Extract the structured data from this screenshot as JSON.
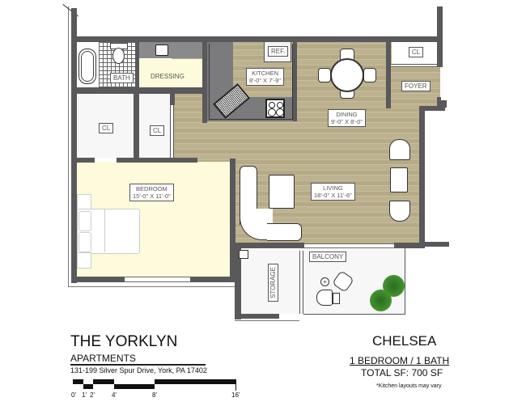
{
  "property": {
    "name": "THE YORKLYN",
    "subtitle": "APARTMENTS",
    "address": "131-199 Silver Spur Drive, York, PA 17402"
  },
  "unit": {
    "name": "CHELSEA",
    "bed_bath": "1 BEDROOM / 1 BATH",
    "total_sf": "TOTAL SF: 700 SF",
    "note": "*Kitchen layouts may vary"
  },
  "scale_bar": {
    "ticks": [
      "0'",
      "1'",
      "2'",
      "4'",
      "8'",
      "16'"
    ]
  },
  "rooms": {
    "bath": {
      "name": "BATH"
    },
    "dressing": {
      "name": "DRESSING"
    },
    "kitchen": {
      "name": "KITCHEN",
      "dims": "8'-0\" X 7'-9\""
    },
    "ref": {
      "name": "REF."
    },
    "dining": {
      "name": "DINING",
      "dims": "9'-0\" X 8'-0\""
    },
    "foyer_closet": {
      "name": "CL"
    },
    "foyer": {
      "name": "FOYER"
    },
    "closet1": {
      "name": "CL"
    },
    "closet2": {
      "name": "CL"
    },
    "bedroom": {
      "name": "BEDROOM",
      "dims": "15'-0\" X 11'-0\""
    },
    "living": {
      "name": "LIVING",
      "dims": "18'-0\" X 11'-6\""
    },
    "storage": {
      "name": "STORAGE"
    },
    "balcony": {
      "name": "BALCONY"
    }
  },
  "colors": {
    "wall": "#59595b",
    "wood_floor": "#bdb290",
    "bedroom_floor": "#fdfbdb",
    "counter": "#7b7b7d",
    "plant": "#3f8a2c"
  }
}
